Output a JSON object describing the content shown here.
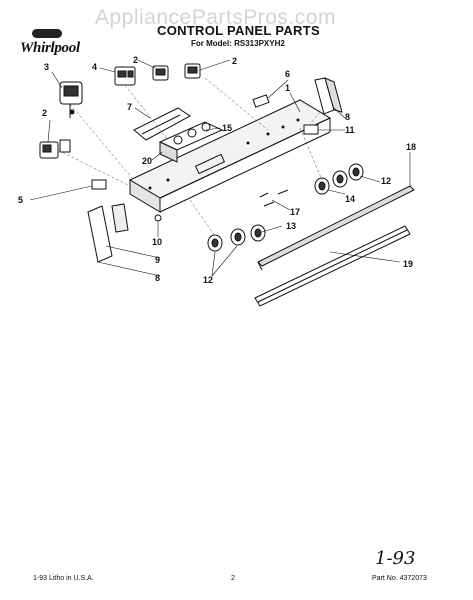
{
  "watermark": "AppliancePartsPros.com",
  "brand": "Whirlpool",
  "title": "CONTROL PANEL PARTS",
  "model_line": "For Model: RS313PXYH2",
  "footer": {
    "left": "1-93 Litho in U.S.A.",
    "page": "2",
    "part_no": "Part No. 4372073"
  },
  "handwritten_note": "1-93",
  "callouts": {
    "c1": "1",
    "c2a": "2",
    "c2b": "2",
    "c2c": "2",
    "c3": "3",
    "c4": "4",
    "c5": "5",
    "c6": "6",
    "c7": "7",
    "c8a": "8",
    "c8b": "8",
    "c9": "9",
    "c10": "10",
    "c11": "11",
    "c12a": "12",
    "c12b": "12",
    "c13": "13",
    "c14": "14",
    "c15": "15",
    "c17": "17",
    "c18": "18",
    "c19": "19",
    "c20": "20"
  }
}
